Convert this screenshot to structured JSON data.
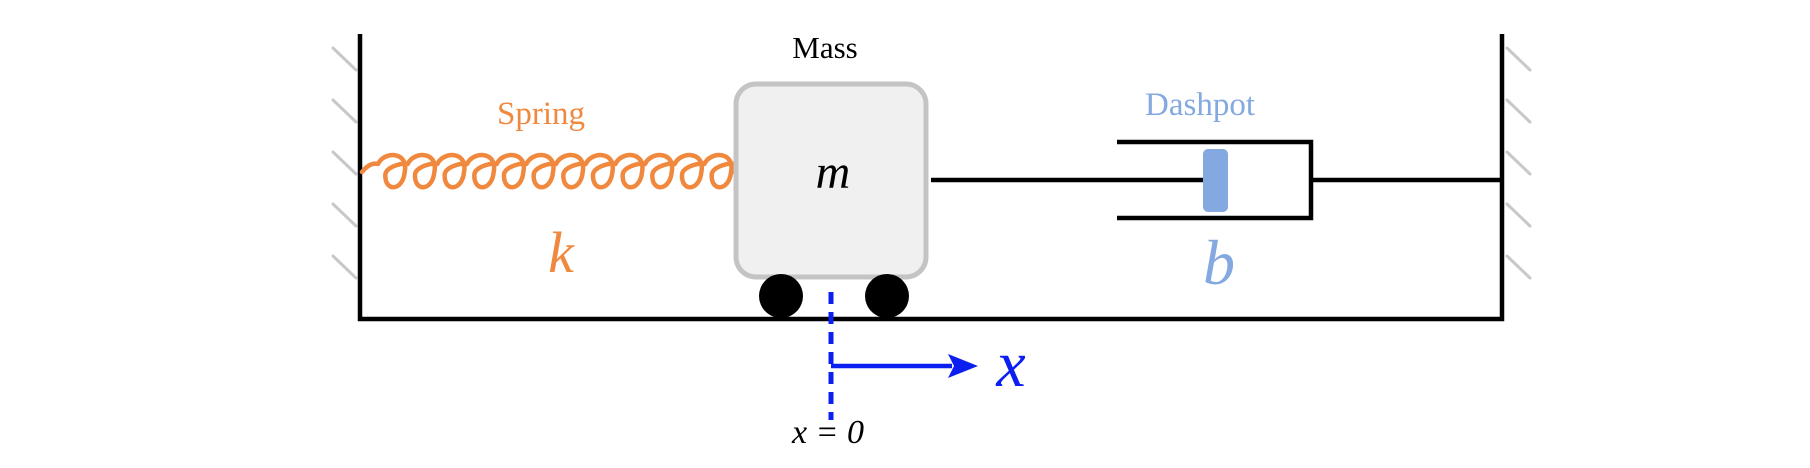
{
  "labels": {
    "mass": "Mass",
    "spring": "Spring",
    "dashpot": "Dashpot",
    "mass_symbol": "m",
    "spring_symbol": "k",
    "damper_symbol": "b",
    "position_symbol": "x",
    "origin": "x = 0"
  },
  "colors": {
    "spring": "#f0883e",
    "dashpot": "#84a8e0",
    "axis": "#0a1ff0",
    "frame": "#000000",
    "mass_fill": "#f0f0f0",
    "mass_border": "#c4c4c4",
    "hatch": "#c8c8c8"
  },
  "icons": {
    "walls": "hatched-wall",
    "wheels": "filled-circle"
  }
}
